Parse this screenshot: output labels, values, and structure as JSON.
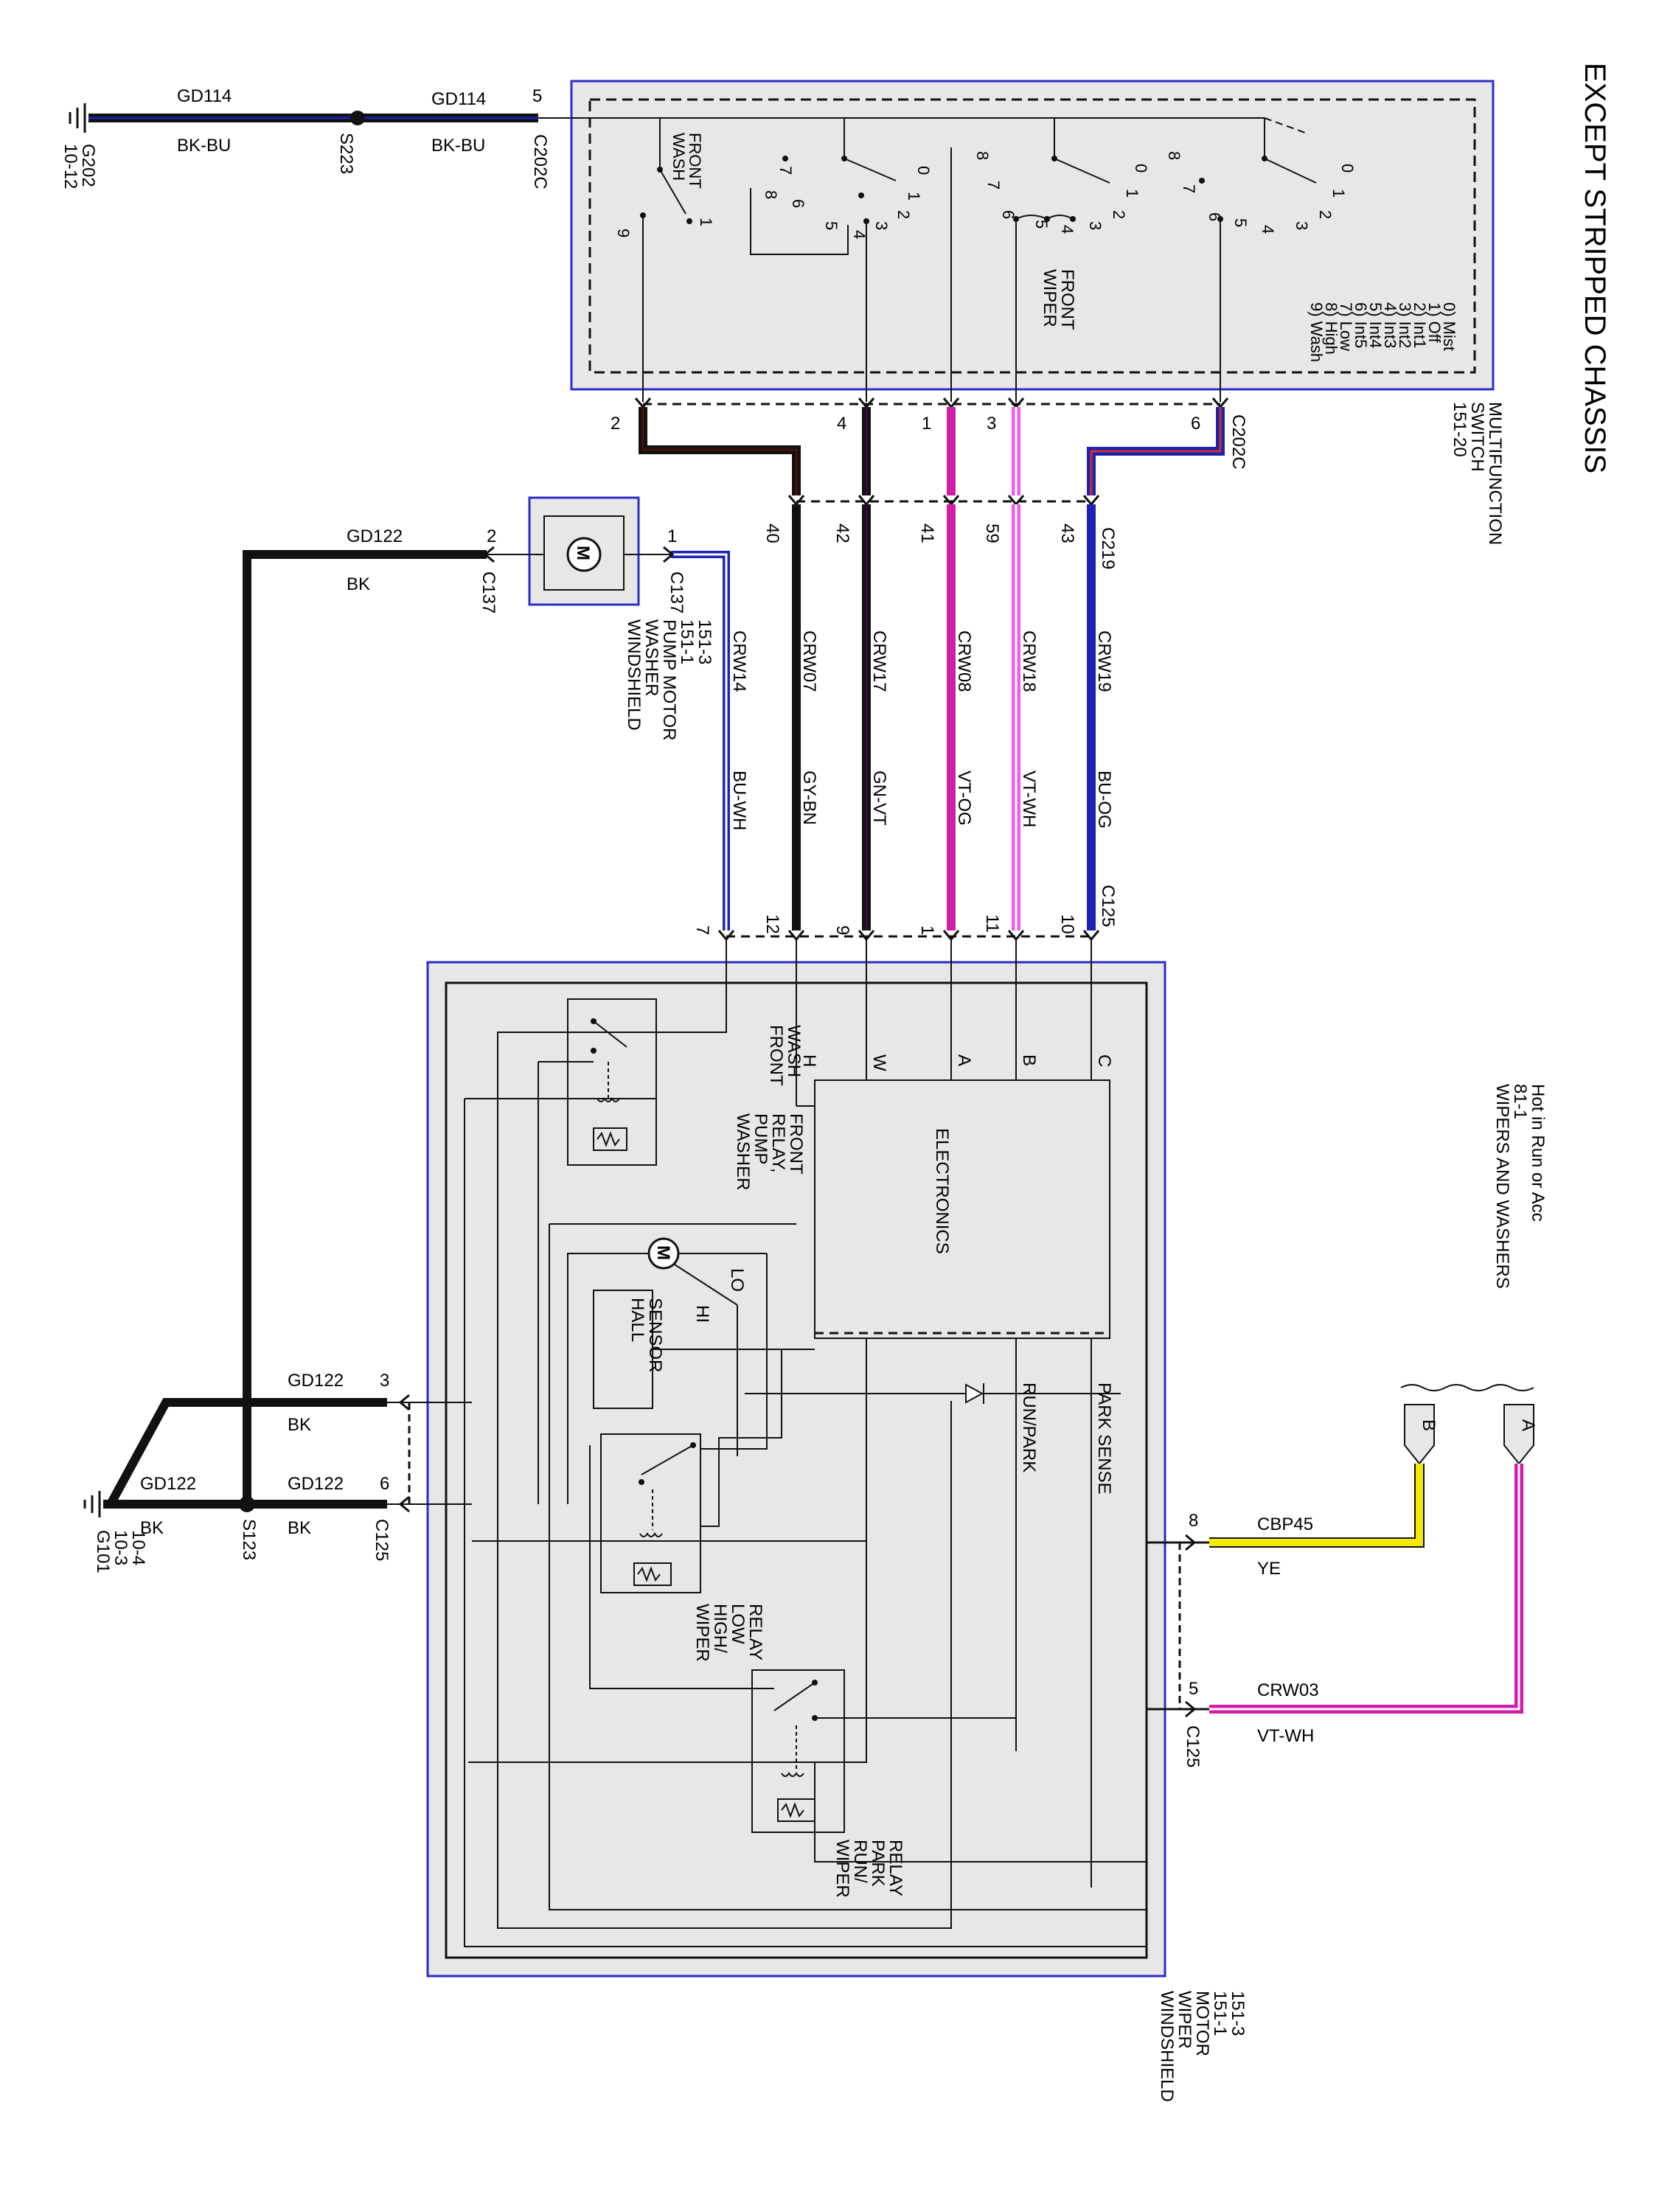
{
  "title": "EXCEPT STRIPPED CHASSIS",
  "multifunction_switch": {
    "name": [
      "MULTIFUNCTION",
      "SWITCH",
      "151-20"
    ],
    "positions": [
      "0) Mist",
      "1) Off",
      "2) Int1",
      "3) Int2",
      "4) Int3",
      "5) Int4",
      "6) Int5",
      "7) Low",
      "8) High",
      "9) Wash"
    ],
    "front_wash": [
      "FRONT",
      "WASH"
    ],
    "front_wiper": [
      "FRONT",
      "WIPER"
    ],
    "wash_contacts": [
      "9",
      "1"
    ],
    "deck1_contacts": [
      "0",
      "1",
      "2",
      "3",
      "4",
      "5",
      "6",
      "7",
      "8"
    ],
    "deck2_contacts": [
      "0",
      "1",
      "2",
      "3",
      "4",
      "5",
      "6",
      "7",
      "8"
    ],
    "deck3_contacts": [
      "0",
      "1",
      "2",
      "3",
      "4",
      "5",
      "6",
      "7",
      "8"
    ]
  },
  "top_ground": {
    "ground": [
      "G202",
      "10-12"
    ],
    "wire1": "GD114",
    "color1": "BK-BU",
    "splice": "S223",
    "wire2": "GD114",
    "color2": "BK-BU",
    "pin": "5",
    "connector": "C202C"
  },
  "c202c_pins": [
    "2",
    "4",
    "1",
    "3",
    "6"
  ],
  "c202c_label": "C202C",
  "c219_pins": [
    "40",
    "42",
    "41",
    "59",
    "43"
  ],
  "c219_label": "C219",
  "circuits": [
    {
      "name": "CRW14",
      "color": "BU-WH"
    },
    {
      "name": "CRW07",
      "color": "GY-BN"
    },
    {
      "name": "CRW17",
      "color": "GN-VT"
    },
    {
      "name": "CRW08",
      "color": "VT-OG"
    },
    {
      "name": "CRW18",
      "color": "VT-WH"
    },
    {
      "name": "CRW19",
      "color": "BU-OG"
    }
  ],
  "c125_top_pins": [
    "7",
    "12",
    "9",
    "1",
    "11",
    "10"
  ],
  "c125_label": "C125",
  "pump_motor": {
    "name": [
      "WINDSHIELD",
      "WASHER",
      "PUMP MOTOR",
      "151-1",
      "151-3"
    ],
    "pin1": "1",
    "pin2": "2",
    "connector": "C137",
    "gnd_wire": "GD122",
    "gnd_color": "BK"
  },
  "wiper_motor": {
    "name": [
      "WINDSHIELD",
      "WIPER",
      "MOTOR",
      "151-1",
      "151-3"
    ],
    "electronics": "ELECTRONICS",
    "inputs": [
      "H",
      "W",
      "A",
      "B",
      "C"
    ],
    "front_wash": [
      "FRONT",
      "WASH"
    ],
    "washer_relay": [
      "WASHER",
      "PUMP",
      "RELAY,",
      "FRONT"
    ],
    "lo": "LO",
    "hi": "HI",
    "hall": [
      "HALL",
      "SENSOR"
    ],
    "run_park": "RUN/PARK",
    "park_sense": "PARK SENSE",
    "hl_relay": [
      "WIPER",
      "HIGH/",
      "LOW",
      "RELAY"
    ],
    "rp_relay": [
      "WIPER",
      "RUN/",
      "PARK",
      "RELAY"
    ]
  },
  "ground_bottom": {
    "ground": [
      "G101",
      "10-3",
      "10-4"
    ],
    "splice": "S123",
    "wire": "GD122",
    "color": "BK",
    "pin3": "3",
    "pin6": "6",
    "connector": "C125"
  },
  "feed": {
    "title": [
      "WIPERS AND WASHERS",
      "81-1",
      "Hot in Run or Acc"
    ],
    "fuse_a": "A",
    "fuse_b": "B",
    "pin8": "8",
    "wire8": "CBP45",
    "color8": "YE",
    "pin5": "5",
    "wire5": "CRW03",
    "color5": "VT-WH",
    "connector": "C125"
  },
  "colors": {
    "black": "#111111",
    "blue": "#1e22b4",
    "magenta": "#d21ea6",
    "light_magenta": "#ee60e0",
    "yellow": "#f2ea00",
    "brown": "#4a1208",
    "box_fill": "#e7e7e7",
    "box_border": "#2c2cc8"
  }
}
